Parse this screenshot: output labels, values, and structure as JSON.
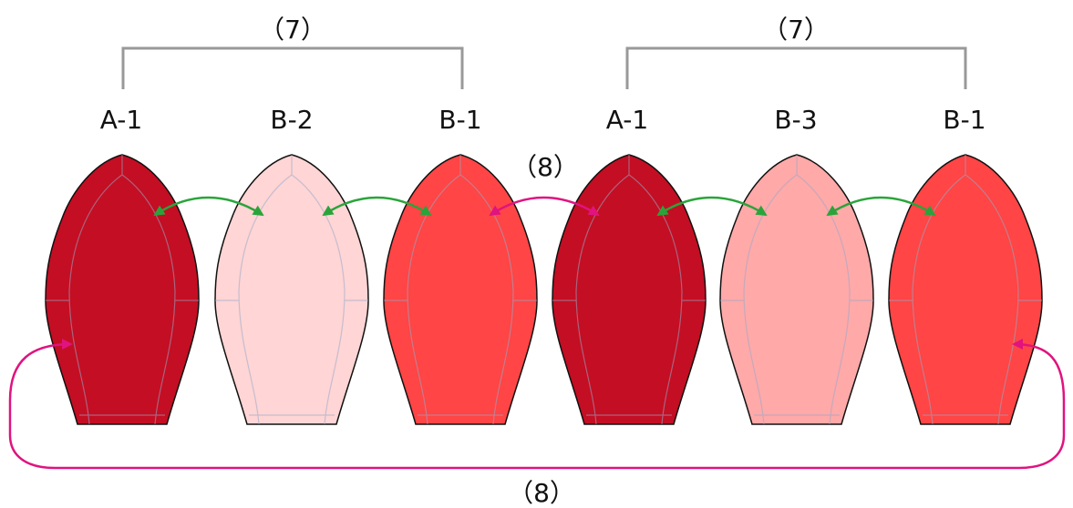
{
  "colors": {
    "dark_red": "#c40e23",
    "light_pink": "#ffd5d5",
    "red": "#ff4545",
    "pink": "#ffa9a9",
    "green_arrow": "#2aa43a",
    "magenta_arrow": "#e0137f",
    "bracket": "#999999"
  },
  "groups": [
    {
      "label": "（7）"
    },
    {
      "label": "（7）"
    }
  ],
  "panels": [
    {
      "label": "A-1",
      "color": "#c40e23"
    },
    {
      "label": "B-2",
      "color": "#ffd5d5"
    },
    {
      "label": "B-1",
      "color": "#ff4545"
    },
    {
      "label": "A-1",
      "color": "#c40e23"
    },
    {
      "label": "B-3",
      "color": "#ffa9a9"
    },
    {
      "label": "B-1",
      "color": "#ff4545"
    }
  ],
  "arrows": {
    "middle_label": "（8）",
    "bottom_label": "（8）"
  }
}
